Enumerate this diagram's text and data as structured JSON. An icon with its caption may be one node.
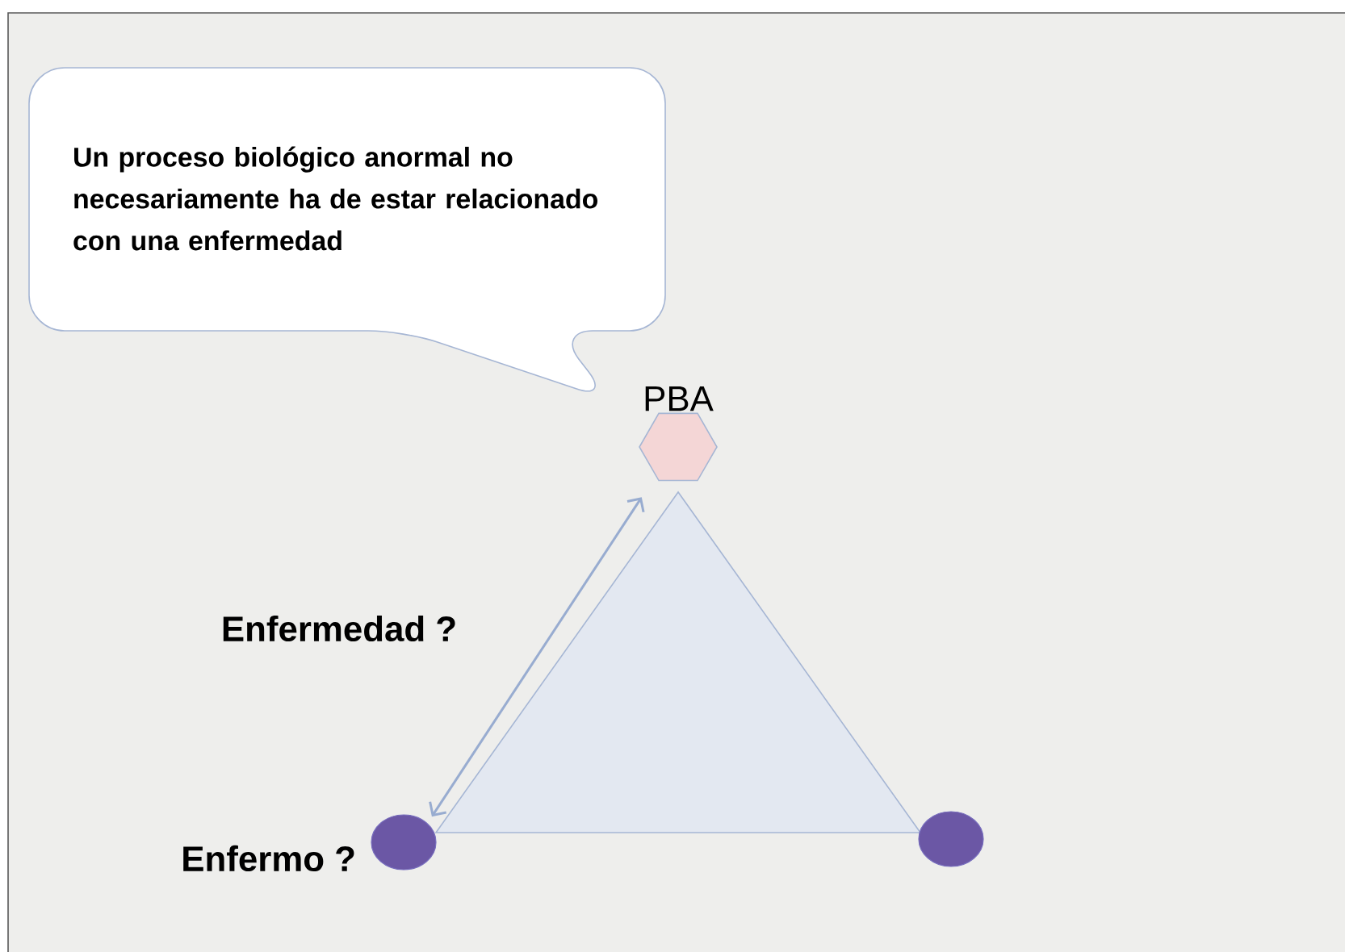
{
  "diagram": {
    "nodes": [
      {
        "text": [
          "Un proceso biológico anormal no necesariamente ha de estar relacionado con una enfermedad"
        ]
      },
      {
        "text": [],
        "shape": "hexagon",
        "beside": [
          "PBA"
        ]
      },
      {
        "text": [],
        "shape": "circle",
        "beside": [
          "Enfermo ?"
        ]
      },
      {
        "text": [],
        "shape": "circle"
      }
    ],
    "edges": [
      {
        "from": 2,
        "to": 1,
        "arrow": "both",
        "label": "Enfermedad ?",
        "color": "#98acd0"
      }
    ]
  }
}
